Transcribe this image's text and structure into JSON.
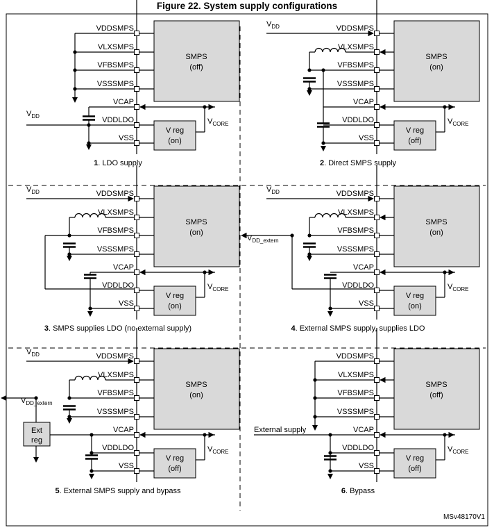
{
  "title": "Figure 22. System supply configurations",
  "ref": "MSv48170V1",
  "labels": {
    "vddsmps": "VDDSMPS",
    "vlxsmps": "VLXSMPS",
    "vfbsmps": "VFBSMPS",
    "vsssmps": "VSSSMPS",
    "vcap": "VCAP",
    "vddldo": "VDDLDO",
    "vss": "VSS",
    "v": "V",
    "dd": "DD",
    "core": "CORE",
    "dd_extern": "DD_extern",
    "external_supply": "External supply",
    "smps": "SMPS",
    "vreg": "V reg",
    "on": "(on)",
    "off": "(off)",
    "ext": "Ext",
    "reg": "reg"
  },
  "panels": [
    {
      "num": "1",
      "caption": ". LDO supply",
      "smps_state": "(off)",
      "vreg_state": "(on)"
    },
    {
      "num": "2",
      "caption": ". Direct SMPS supply",
      "smps_state": "(on)",
      "vreg_state": "(off)"
    },
    {
      "num": "3",
      "caption": ". SMPS supplies LDO (no external supply)",
      "smps_state": "(on)",
      "vreg_state": "(on)"
    },
    {
      "num": "4",
      "caption": ". External SMPS supply, supplies LDO",
      "smps_state": "(on)",
      "vreg_state": "(on)"
    },
    {
      "num": "5",
      "caption": ". External SMPS supply and  bypass",
      "smps_state": "(on)",
      "vreg_state": "(off)"
    },
    {
      "num": "6",
      "caption": ". Bypass",
      "smps_state": "(off)",
      "vreg_state": "(off)"
    }
  ]
}
